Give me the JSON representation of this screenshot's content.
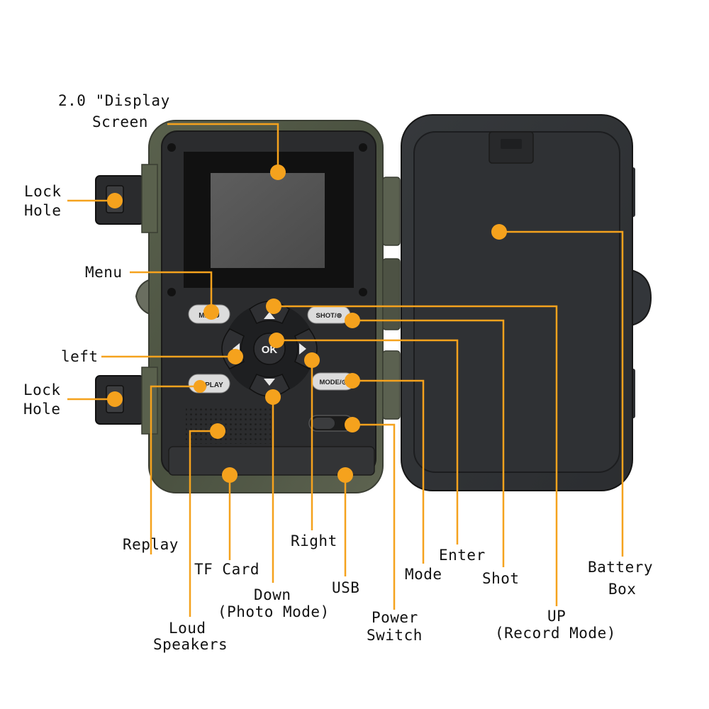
{
  "colors": {
    "callout": "#f5a21d",
    "housing": "#4b5242",
    "panel": "#2a2b2d",
    "button": "#d9d9d9"
  },
  "device_buttons": {
    "menu": "MENU",
    "ok": "OK",
    "shot": "SHOT/⊚",
    "mode": "MODE/⊙",
    "replay": "REPLAY"
  },
  "labels": {
    "display_line1": "2.0 \"Display",
    "display_line2": "Screen",
    "lock_hole_top_1": "Lock",
    "lock_hole_top_2": "Hole",
    "menu": "Menu",
    "left": "left",
    "lock_hole_bottom_1": "Lock",
    "lock_hole_bottom_2": "Hole",
    "replay": "Replay",
    "tf_card": "TF Card",
    "down_1": "Down",
    "down_2": "(Photo Mode)",
    "loud_1": "Loud",
    "loud_2": "Speakers",
    "right": "Right",
    "usb": "USB",
    "power_1": "Power",
    "power_2": "Switch",
    "mode": "Mode",
    "enter": "Enter",
    "shot": "Shot",
    "up_1": "UP",
    "up_2": "(Record Mode)",
    "battery_1": "Battery",
    "battery_2": "Box"
  }
}
